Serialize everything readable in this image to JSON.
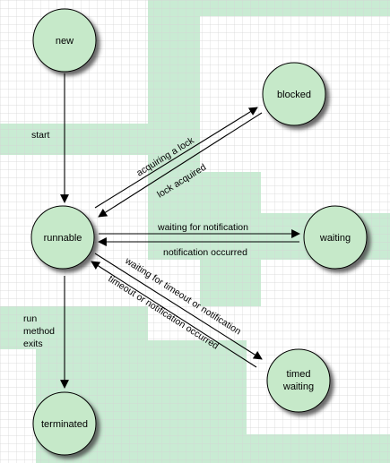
{
  "colors": {
    "background": "#ffffff",
    "band": "#c9ebd3",
    "grid": "#d4d4d4",
    "node_fill": "#c6e9c9",
    "node_stroke": "#000000",
    "shadow": "#4a4a4a",
    "edge": "#000000"
  },
  "states": {
    "new": "new",
    "runnable": "runnable",
    "blocked": "blocked",
    "waiting": "waiting",
    "timed_waiting_line1": "timed",
    "timed_waiting_line2": "waiting",
    "terminated": "terminated"
  },
  "transitions": {
    "start": "start",
    "acquiring_lock": "acquiring a lock",
    "lock_acquired": "lock acquired",
    "waiting_for_notification": "waiting for notification",
    "notification_occurred": "notification occurred",
    "waiting_for_timeout": "waiting for timeout or notification",
    "timeout_occurred": "timeout or notification occurred",
    "run_method_exits_line1": "run",
    "run_method_exits_line2": "method",
    "run_method_exits_line3": "exits"
  }
}
